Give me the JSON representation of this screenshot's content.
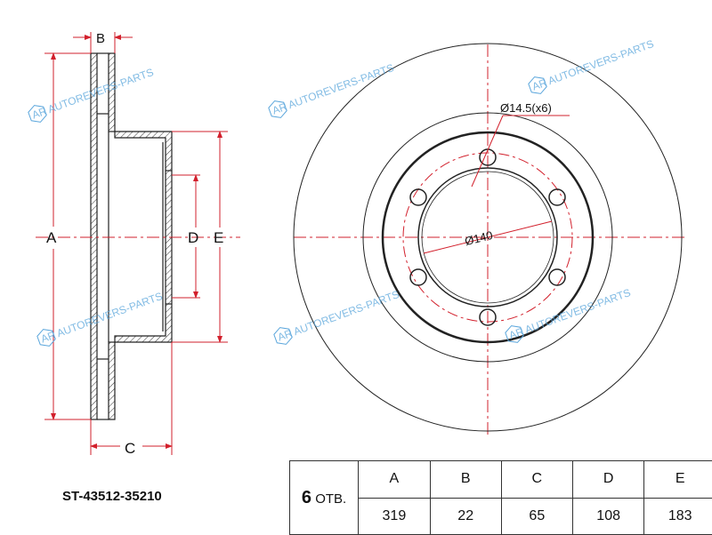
{
  "part_number": "ST-43512-35210",
  "watermark": "AUTOREVERS-PARTS",
  "watermark_logo": "AR",
  "drawing": {
    "labels": {
      "A": "A",
      "B": "B",
      "C": "C",
      "D": "D",
      "E": "E"
    },
    "bolt_hole_label": "Ø14.5(x6)",
    "pcd_label": "Ø140"
  },
  "spec_table": {
    "holes_count": "6",
    "holes_unit": "ОТВ.",
    "headers": [
      "A",
      "B",
      "C",
      "D",
      "E"
    ],
    "values": [
      "319",
      "22",
      "65",
      "108",
      "183"
    ]
  },
  "colors": {
    "dimension": "#d2202c",
    "outline": "#222222",
    "watermark": "#5aa6dc"
  }
}
